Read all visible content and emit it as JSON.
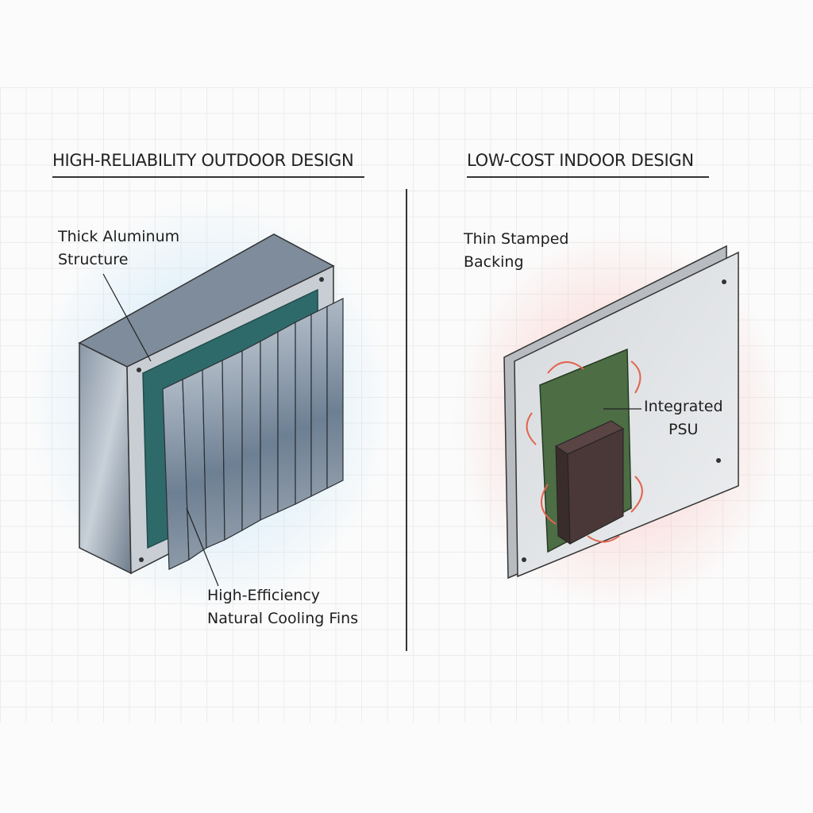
{
  "left_panel": {
    "title": "HIGH-RELIABILITY OUTDOOR DESIGN",
    "callouts": {
      "structure_line1": "Thick Aluminum",
      "structure_line2": "Structure",
      "fins_line1": "High-Efficiency",
      "fins_line2": "Natural Cooling Fins"
    },
    "glow_color": "#bfe3f7"
  },
  "right_panel": {
    "title": "LOW-COST INDOOR DESIGN",
    "callouts": {
      "backing_line1": "Thin Stamped",
      "backing_line2": "Backing",
      "psu_line1": "Integrated",
      "psu_line2": "PSU"
    },
    "glow_color": "#f7c4c0"
  }
}
